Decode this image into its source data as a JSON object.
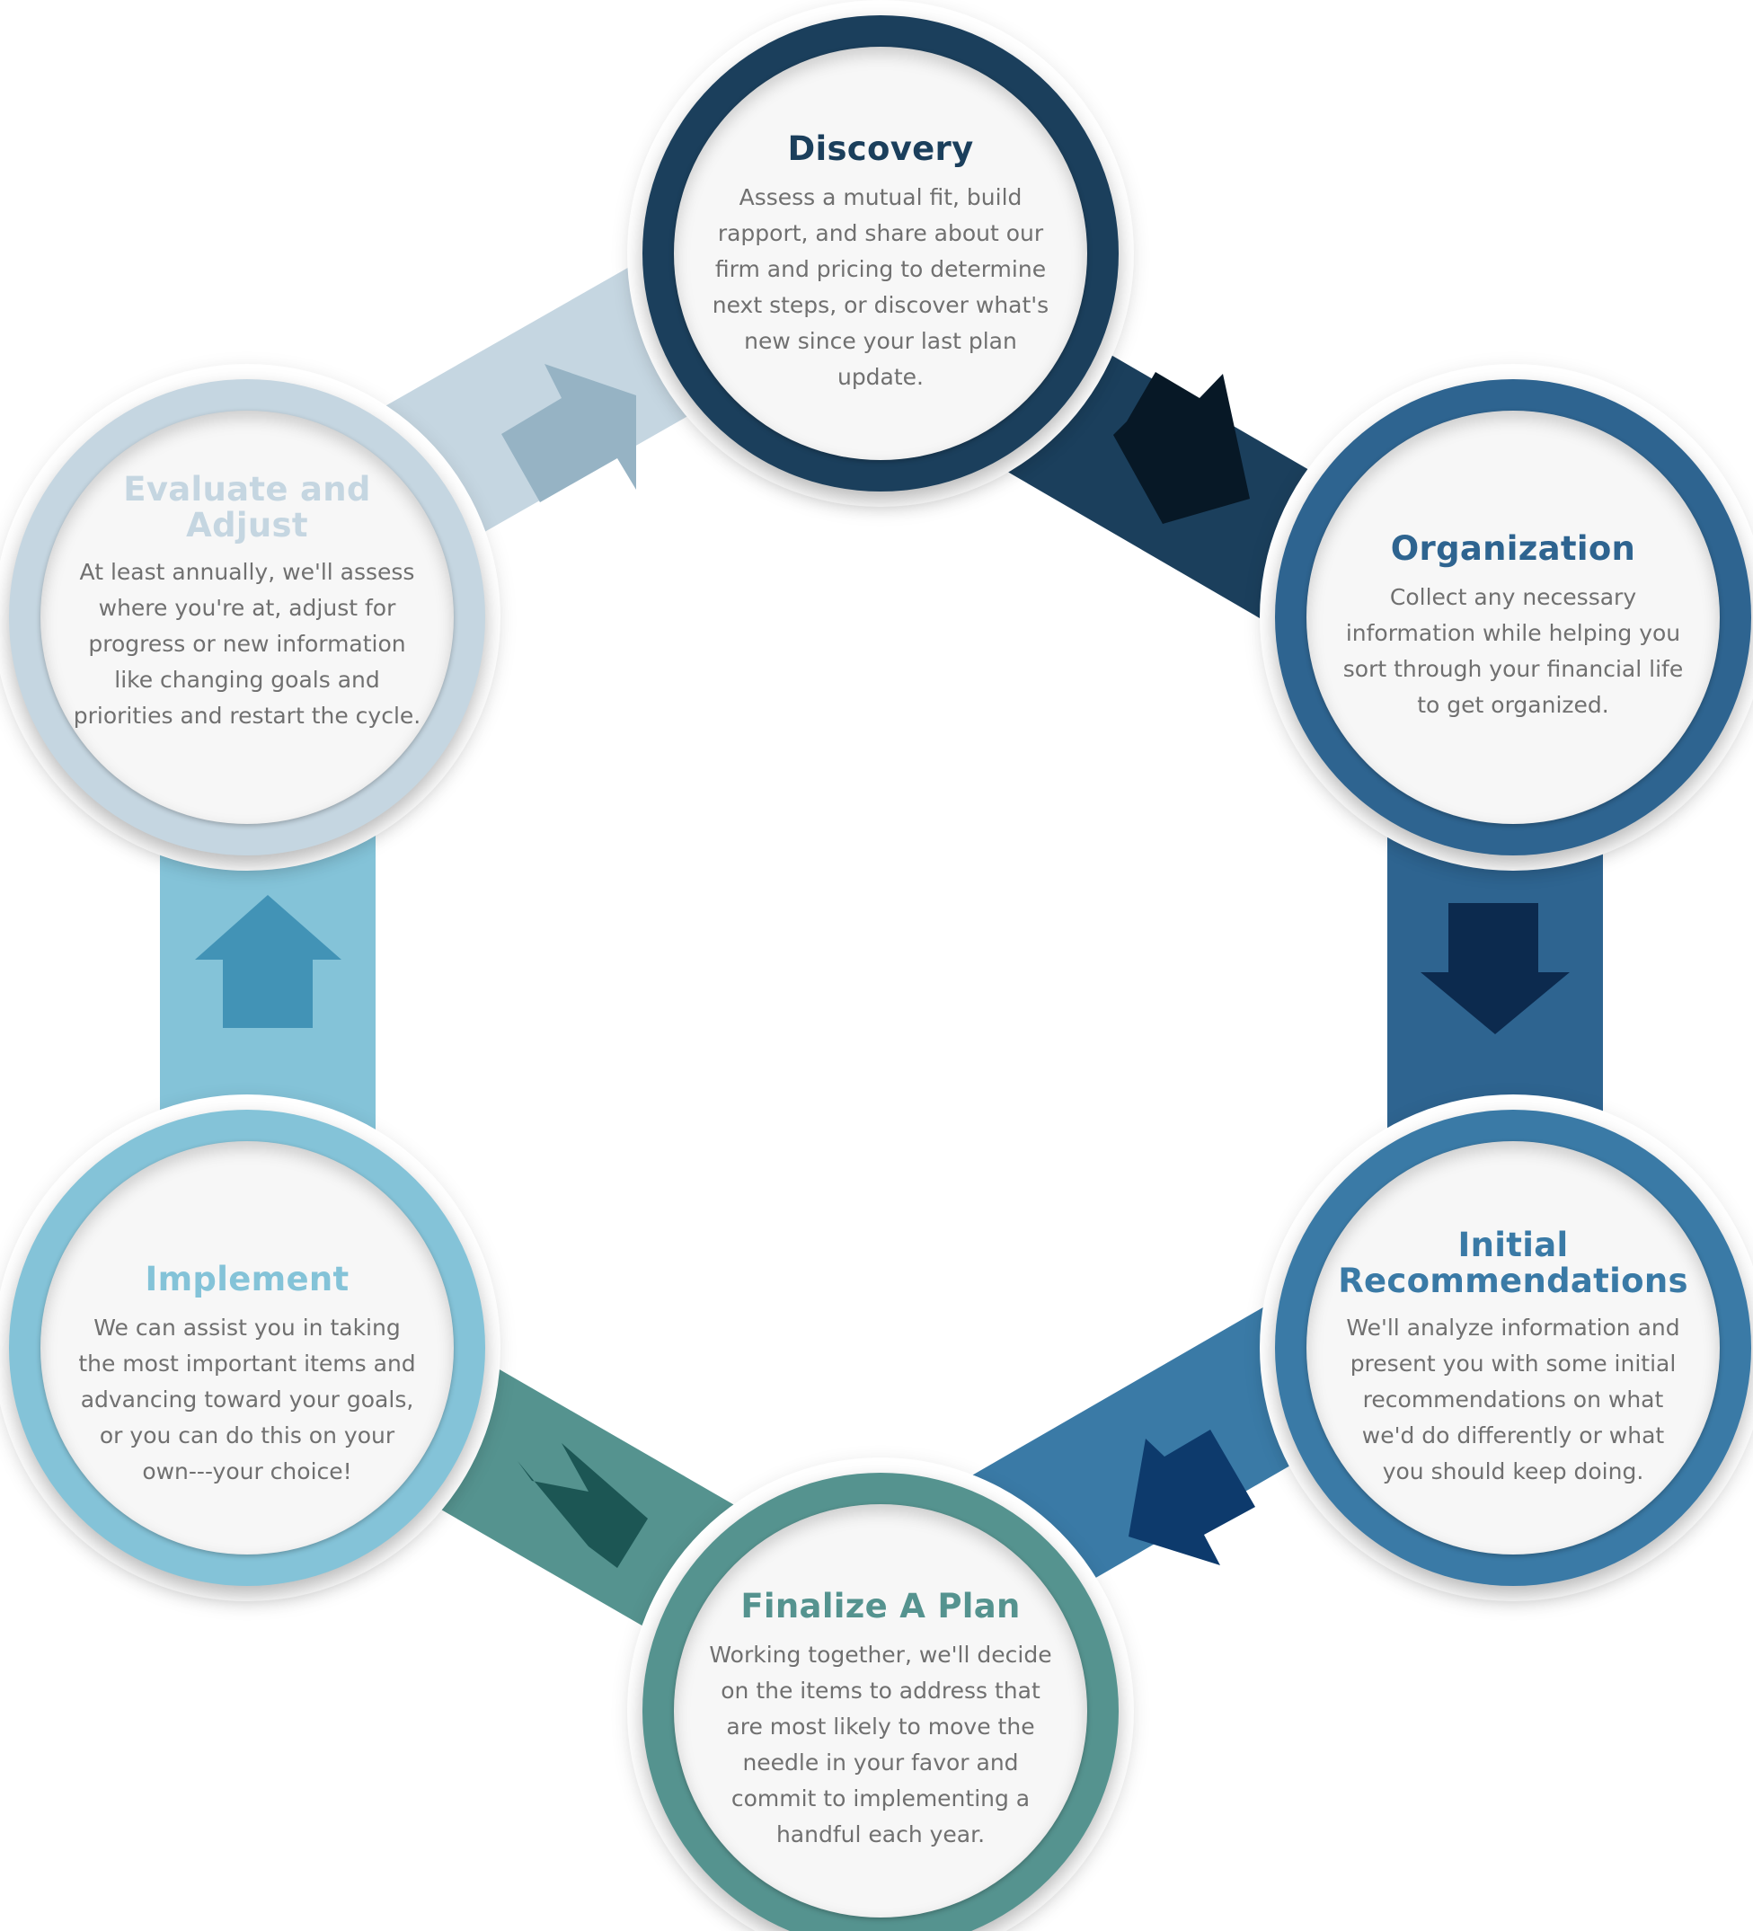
{
  "colors": {
    "discovery": "#1b3f5c",
    "organization": "#2e6490",
    "initial_recommendations": "#3a7aa6",
    "finalize": "#55938f",
    "implement": "#84c3d8",
    "evaluate": "#c5d6e1",
    "arrow_discovery_organization": "#071826",
    "arrow_organization_initial": "#0c2a4e",
    "arrow_initial_finalize": "#0d3a6c",
    "arrow_finalize_implement": "#1c5654",
    "arrow_implement_evaluate": "#4293b6",
    "arrow_evaluate_discovery": "#96b3c4",
    "description_text": "#707070",
    "face": "#f7f7f7"
  },
  "steps": {
    "discovery": {
      "title": "Discovery",
      "description": "Assess a mutual fit, build rapport, and share about our firm and pricing to determine next steps, or discover what's new since your last plan update."
    },
    "organization": {
      "title": "Organization",
      "description": "Collect any necessary information while helping you sort through your financial life to get organized."
    },
    "initial_recommendations": {
      "title": "Initial Recommendations",
      "description": "We'll analyze information and present you with some initial recommendations on what we'd do differently or what you should keep doing."
    },
    "finalize": {
      "title": "Finalize A Plan",
      "description": "Working together, we'll decide on the items to address that are most likely to move the needle in your favor and commit to implementing a handful each year."
    },
    "implement": {
      "title": "Implement",
      "description": "We can assist you in taking the most important items and advancing toward your goals, or you can do this on your own---your choice!"
    },
    "evaluate": {
      "title": "Evaluate and Adjust",
      "description": "At least annually, we'll assess where you're at, adjust for progress or new information like changing goals and priorities and restart the cycle."
    }
  }
}
